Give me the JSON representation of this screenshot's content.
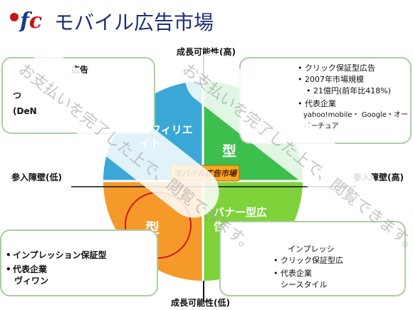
{
  "header": {
    "logo_f": "f",
    "logo_c": "c",
    "title": "モバイル広告市場"
  },
  "axes": {
    "top": "成長可能性(高)",
    "bottom": "成長可能性(低)",
    "left": "参入障壁(低)",
    "right": "参入障壁(高)"
  },
  "quadrants": {
    "affiliate": "アフィリエイト",
    "banner": "バナー型広告",
    "top_right_fragment": "型",
    "bottom_left_fragment": "型",
    "center": "モバイル広告市場"
  },
  "boxes": {
    "top_left": {
      "line1": "広告",
      "line2": "つ",
      "line3": "(DeN"
    },
    "top_right": {
      "items": [
        "クリック保証型広告",
        "2007年市場規模",
        "21億円(前年比418%)",
        "代表企業",
        "yahoo!mobile・ Google・オー",
        "バーチュア"
      ]
    },
    "bottom_left": {
      "items": [
        "インプレッション保証型",
        "代表企業",
        "ヴィワン"
      ]
    },
    "bottom_right": {
      "items": [
        "インプレッシ",
        "クリック保証型広",
        "代表企業",
        "シースタイル"
      ]
    }
  },
  "watermark": "お支払いを完了した上で、閲覧できます。",
  "colors": {
    "title": "#1d2f73",
    "affiliate": "#3aa7d6",
    "top_right": "#3cbf4c",
    "banner": "#7ed23a",
    "bottom_left": "#f59a2a",
    "center_banner": "#f5a623",
    "box_border": "#a8cfa0"
  }
}
